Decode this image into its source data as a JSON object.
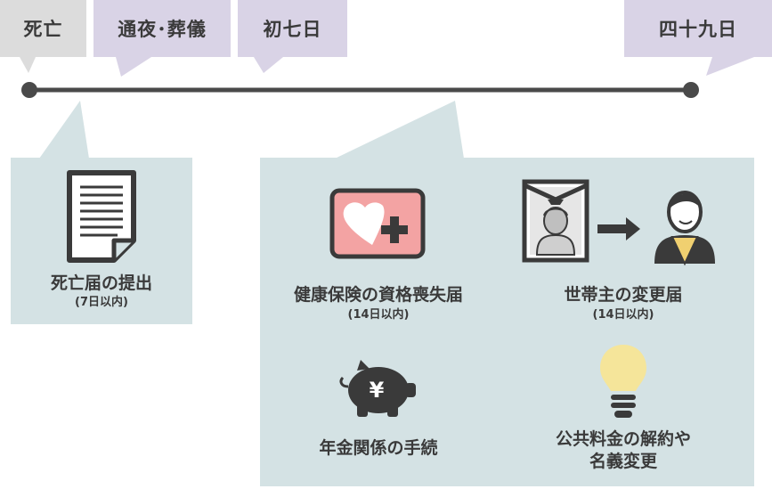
{
  "timeline": {
    "stages": [
      {
        "label": "死亡",
        "color": "#dcdcdc"
      },
      {
        "label": "通夜･葬儀",
        "color": "#d9d3e6"
      },
      {
        "label": "初七日",
        "color": "#d9d3e6"
      },
      {
        "label": "四十九日",
        "color": "#d9d3e6"
      }
    ]
  },
  "procedures": {
    "death_notice": {
      "title": "死亡届の提出",
      "deadline": "(7日以内)",
      "icon": "document-icon"
    },
    "health_insurance": {
      "title": "健康保険の資格喪失届",
      "deadline": "(14日以内)",
      "icon": "health-insurance-card-icon"
    },
    "householder_change": {
      "title": "世帯主の変更届",
      "deadline": "(14日以内)",
      "icon": "householder-change-icon"
    },
    "pension": {
      "title": "年金関係の手続",
      "icon": "piggy-bank-yen-icon"
    },
    "utilities": {
      "title_line1": "公共料金の解約や",
      "title_line2": "名義変更",
      "icon": "lightbulb-icon"
    }
  },
  "colors": {
    "panel": "#d4e2e4",
    "line": "#4a4a4a",
    "gray_tag": "#dcdcdc",
    "purple_tag": "#d9d3e6",
    "card": "#f3a3a3"
  }
}
